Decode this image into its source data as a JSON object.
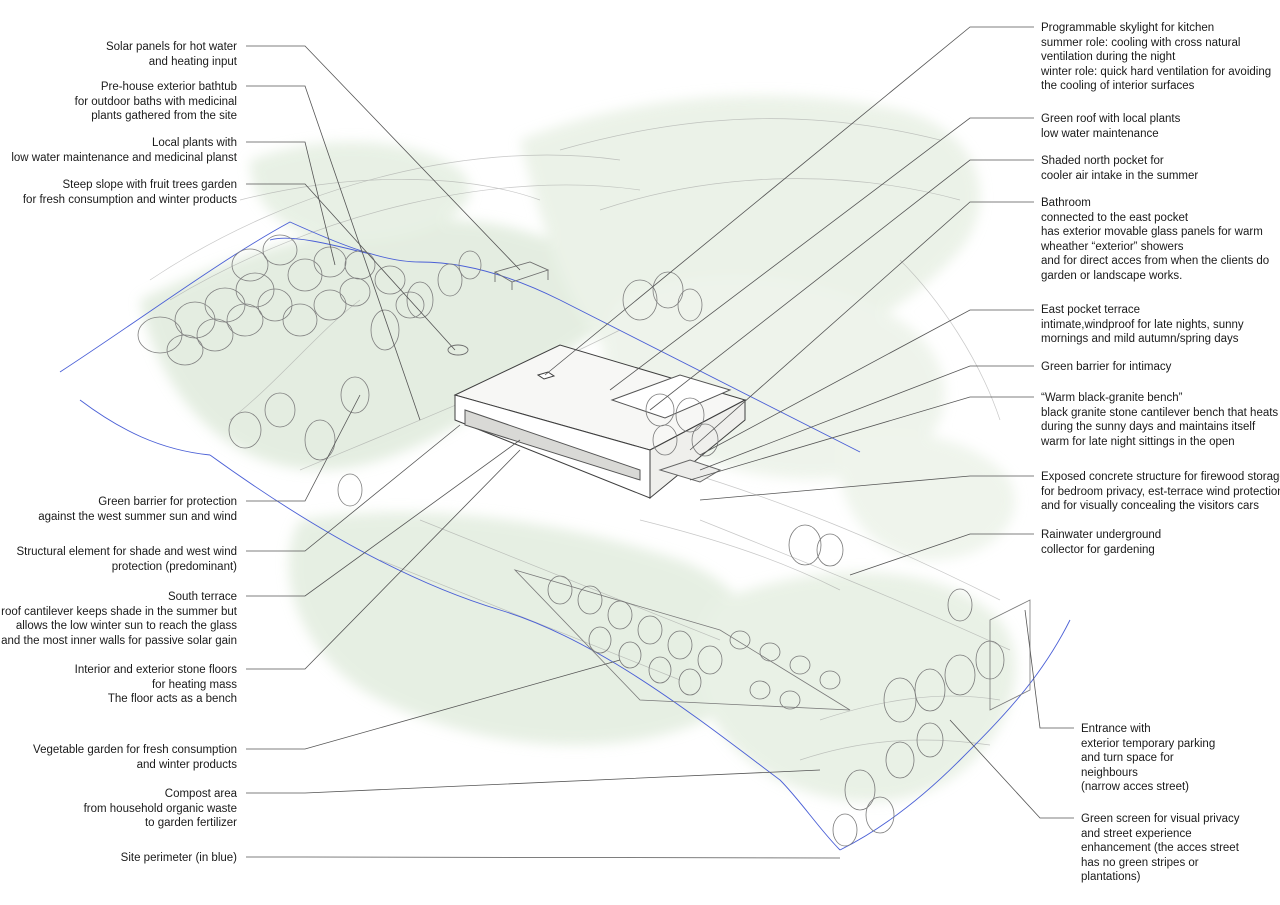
{
  "labels": {
    "solar_panels": [
      "Solar panels for hot water",
      "and heating input"
    ],
    "bathtub": [
      "Pre-house exterior bathtub",
      "for outdoor baths with medicinal",
      "plants gathered from the site"
    ],
    "local_plants": [
      "Local plants with",
      "low water maintenance and medicinal planst"
    ],
    "steep_slope": [
      "Steep slope with fruit trees garden",
      "for fresh consumption and winter products"
    ],
    "green_barrier_west": [
      "Green barrier for protection",
      "against the west summer sun and wind"
    ],
    "structural_element": [
      "Structural element for shade and west wind",
      "protection  (predominant)"
    ],
    "south_terrace": [
      "South terrace",
      "the roof cantilever keeps shade in the summer but",
      "allows the low winter sun to reach the glass",
      "and the most inner walls for passive solar gain"
    ],
    "stone_floors": [
      "Interior and exterior stone floors",
      "for heating mass",
      "The floor acts as a bench"
    ],
    "vegetable_garden": [
      "Vegetable garden for fresh consumption",
      "and winter products"
    ],
    "compost": [
      "Compost area",
      "from household organic waste",
      "to garden fertilizer"
    ],
    "site_perimeter": [
      "Site perimeter (in blue)"
    ],
    "skylight": [
      "Programmable skylight for kitchen",
      "summer role: cooling with cross natural",
      "ventilation during the night",
      "winter role: quick hard ventilation for avoiding",
      "the cooling of interior surfaces"
    ],
    "green_roof": [
      "Green roof with local plants",
      "low water maintenance"
    ],
    "north_pocket": [
      "Shaded north pocket for",
      "cooler air intake in the summer"
    ],
    "bathroom": [
      "Bathroom",
      "connected to the east pocket",
      "has exterior movable glass panels for warm",
      "wheather “exterior” showers",
      "and for direct acces from when the clients do",
      "garden or landscape works."
    ],
    "east_terrace": [
      "East pocket terrace",
      "intimate,windproof for late nights, sunny",
      "mornings and mild autumn/spring days"
    ],
    "green_barrier_intimacy": [
      "Green barrier for intimacy"
    ],
    "bench": [
      "“Warm black-granite bench”",
      "black granite stone cantilever bench that heats",
      "during the sunny days and maintains itself",
      "warm for late night sittings in the open"
    ],
    "concrete_structure": [
      "Exposed concrete structure for firewood storage,",
      "for bedroom privacy, est-terrace wind protection",
      "and for visually concealing the visitors cars"
    ],
    "rainwater": [
      "Rainwater underground",
      "collector for gardening"
    ],
    "entrance": [
      "Entrance with",
      "exterior temporary parking",
      "and turn space for",
      "neighbours",
      "(narrow acces street)"
    ],
    "green_screen": [
      "Green screen for visual privacy",
      "and street experience",
      "enhancement (the acces street",
      "has no green stripes or",
      "plantations)"
    ]
  },
  "colors": {
    "leader": "#555555",
    "perimeter": "#4a5fd6",
    "vegetation": "#c9dcc4",
    "sketch": "#8a8a8a"
  }
}
